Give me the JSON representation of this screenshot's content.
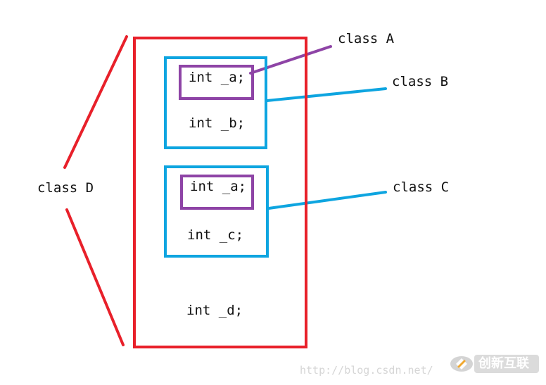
{
  "diagram": {
    "classes": {
      "class_a_label": "class A",
      "class_b_label": "class B",
      "class_c_label": "class C",
      "class_d_label": "class D"
    },
    "members": {
      "b_member_a": "int _a;",
      "b_member_b": "int _b;",
      "c_member_a": "int _a;",
      "c_member_c": "int _c;",
      "d_member_d": "int _d;"
    }
  },
  "watermark": {
    "url": "http://blog.csdn.net/",
    "brand": "创新互联"
  },
  "colors": {
    "class_d_outline": "#e8202a",
    "class_b_c_outline": "#0ea5e0",
    "class_a_outline": "#8e44a6",
    "watermark_gray": "#d6d6d6"
  }
}
